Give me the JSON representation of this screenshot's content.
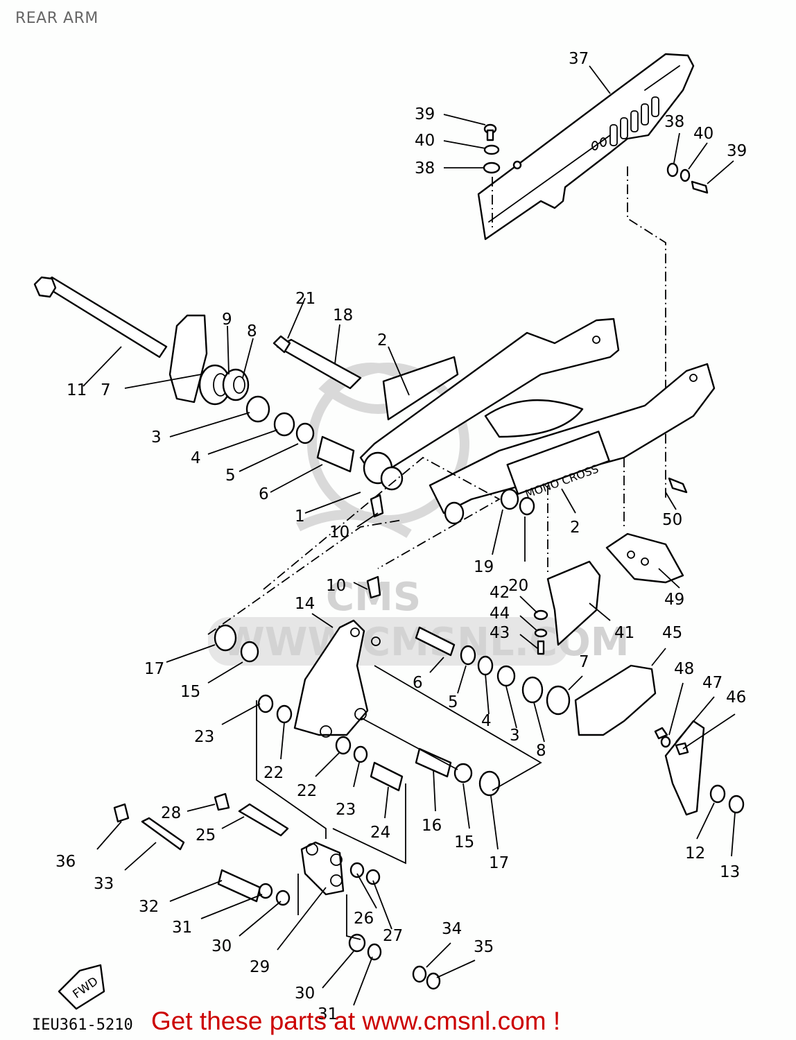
{
  "header": {
    "title": "REAR ARM"
  },
  "diagram": {
    "watermark": {
      "logo": "CMS",
      "url_text": "WWW.CMSNL.COM"
    },
    "fwd_arrow_label": "FWD",
    "drawing_code": "IEU361-5210",
    "callouts": [
      {
        "id": "c37",
        "text": "37"
      },
      {
        "id": "c39a",
        "text": "39"
      },
      {
        "id": "c40a",
        "text": "40"
      },
      {
        "id": "c38a",
        "text": "38"
      },
      {
        "id": "c38b",
        "text": "38"
      },
      {
        "id": "c40b",
        "text": "40"
      },
      {
        "id": "c39b",
        "text": "39"
      },
      {
        "id": "c21",
        "text": "21"
      },
      {
        "id": "c18",
        "text": "18"
      },
      {
        "id": "c9",
        "text": "9"
      },
      {
        "id": "c8a",
        "text": "8"
      },
      {
        "id": "c2a",
        "text": "2"
      },
      {
        "id": "c11",
        "text": "11"
      },
      {
        "id": "c7a",
        "text": "7"
      },
      {
        "id": "c3a",
        "text": "3"
      },
      {
        "id": "c4a",
        "text": "4"
      },
      {
        "id": "c5a",
        "text": "5"
      },
      {
        "id": "c6a",
        "text": "6"
      },
      {
        "id": "c1",
        "text": "1"
      },
      {
        "id": "c10a",
        "text": "10"
      },
      {
        "id": "c10b",
        "text": "10"
      },
      {
        "id": "c2b",
        "text": "2"
      },
      {
        "id": "c50",
        "text": "50"
      },
      {
        "id": "c19",
        "text": "19"
      },
      {
        "id": "c20",
        "text": "20"
      },
      {
        "id": "c49",
        "text": "49"
      },
      {
        "id": "c42",
        "text": "42"
      },
      {
        "id": "c44",
        "text": "44"
      },
      {
        "id": "c43",
        "text": "43"
      },
      {
        "id": "c41",
        "text": "41"
      },
      {
        "id": "c45",
        "text": "45"
      },
      {
        "id": "c14",
        "text": "14"
      },
      {
        "id": "c17a",
        "text": "17"
      },
      {
        "id": "c15a",
        "text": "15"
      },
      {
        "id": "c6b",
        "text": "6"
      },
      {
        "id": "c5b",
        "text": "5"
      },
      {
        "id": "c4b",
        "text": "4"
      },
      {
        "id": "c3b",
        "text": "3"
      },
      {
        "id": "c8b",
        "text": "8"
      },
      {
        "id": "c7b",
        "text": "7"
      },
      {
        "id": "c48",
        "text": "48"
      },
      {
        "id": "c47",
        "text": "47"
      },
      {
        "id": "c46",
        "text": "46"
      },
      {
        "id": "c23a",
        "text": "23"
      },
      {
        "id": "c22a",
        "text": "22"
      },
      {
        "id": "c22b",
        "text": "22"
      },
      {
        "id": "c23b",
        "text": "23"
      },
      {
        "id": "c24",
        "text": "24"
      },
      {
        "id": "c16",
        "text": "16"
      },
      {
        "id": "c15b",
        "text": "15"
      },
      {
        "id": "c17b",
        "text": "17"
      },
      {
        "id": "c12",
        "text": "12"
      },
      {
        "id": "c13",
        "text": "13"
      },
      {
        "id": "c28",
        "text": "28"
      },
      {
        "id": "c36",
        "text": "36"
      },
      {
        "id": "c25",
        "text": "25"
      },
      {
        "id": "c33",
        "text": "33"
      },
      {
        "id": "c32",
        "text": "32"
      },
      {
        "id": "c31a",
        "text": "31"
      },
      {
        "id": "c30a",
        "text": "30"
      },
      {
        "id": "c29",
        "text": "29"
      },
      {
        "id": "c26",
        "text": "26"
      },
      {
        "id": "c27",
        "text": "27"
      },
      {
        "id": "c34",
        "text": "34"
      },
      {
        "id": "c35",
        "text": "35"
      },
      {
        "id": "c30b",
        "text": "30"
      },
      {
        "id": "c31b",
        "text": "31"
      }
    ]
  },
  "footer": {
    "promo_text": "Get these parts at www.cmsnl.com !"
  }
}
